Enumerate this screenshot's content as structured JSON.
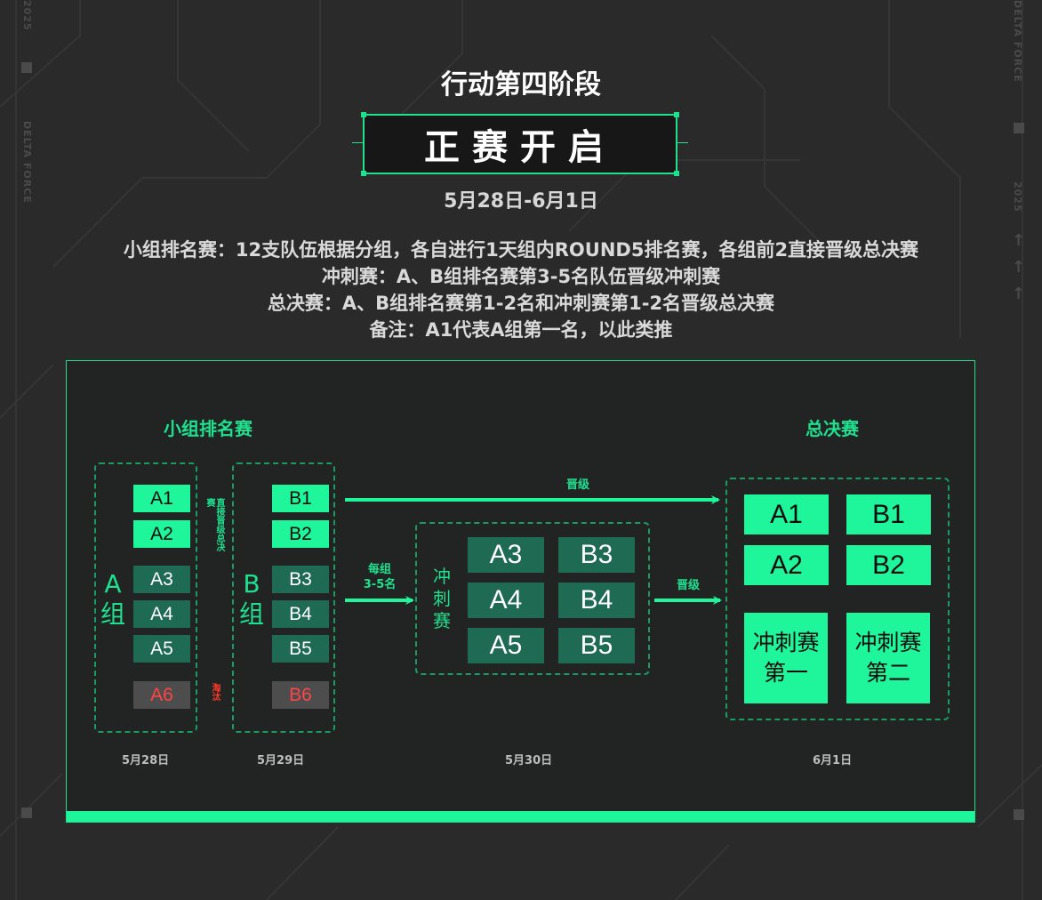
{
  "header": {
    "phase_title": "行动第四阶段",
    "stage_label": "正赛开启",
    "date_range": "5月28日-6月1日"
  },
  "rules": [
    "小组排名赛：12支队伍根据分组，各自进行1天组内ROUND5排名赛，各组前2直接晋级总决赛",
    "冲刺赛：A、B组排名赛第3-5名队伍晋级冲刺赛",
    "总决赛：A、B组排名赛第1-2名和冲刺赛第1-2名晋级总决赛",
    "备注：A1代表A组第一名，以此类推"
  ],
  "side": {
    "left_top": "2025",
    "left_brand": "DELTA FORCE",
    "right_top": "DELTA FORCE",
    "right_mid": "2025"
  },
  "bracket": {
    "group_stage_title": "小组排名赛",
    "final_title": "总决赛",
    "group_a": {
      "letter": "A",
      "suffix": "组",
      "advance": [
        "A1",
        "A2"
      ],
      "sprint": [
        "A3",
        "A4",
        "A5"
      ],
      "eliminated": "A6",
      "day": "5月28日"
    },
    "group_b": {
      "letter": "B",
      "suffix": "组",
      "advance": [
        "B1",
        "B2"
      ],
      "sprint": [
        "B3",
        "B4",
        "B5"
      ],
      "eliminated": "B6",
      "day": "5月29日"
    },
    "note_advance": "直接晋级总决赛",
    "note_eliminated": "淘汰",
    "arrow_promote_top": "晋级",
    "arrow_to_sprint": [
      "每组",
      "3-5名"
    ],
    "arrow_promote_mid": "晋级",
    "sprint": {
      "title": "冲刺赛",
      "cells": [
        [
          "A3",
          "B3"
        ],
        [
          "A4",
          "B4"
        ],
        [
          "A5",
          "B5"
        ]
      ],
      "day": "5月30日"
    },
    "final": {
      "cells": [
        [
          "A1",
          "B1"
        ],
        [
          "A2",
          "B2"
        ]
      ],
      "sprint_first": [
        "冲刺赛",
        "第一"
      ],
      "sprint_second": [
        "冲刺赛",
        "第二"
      ],
      "day": "6月1日"
    }
  },
  "colors": {
    "accent": "#1ff59a",
    "accent_dark": "#1e6a52",
    "eliminated_text": "#ff4545",
    "background": "#2a2a2b"
  }
}
